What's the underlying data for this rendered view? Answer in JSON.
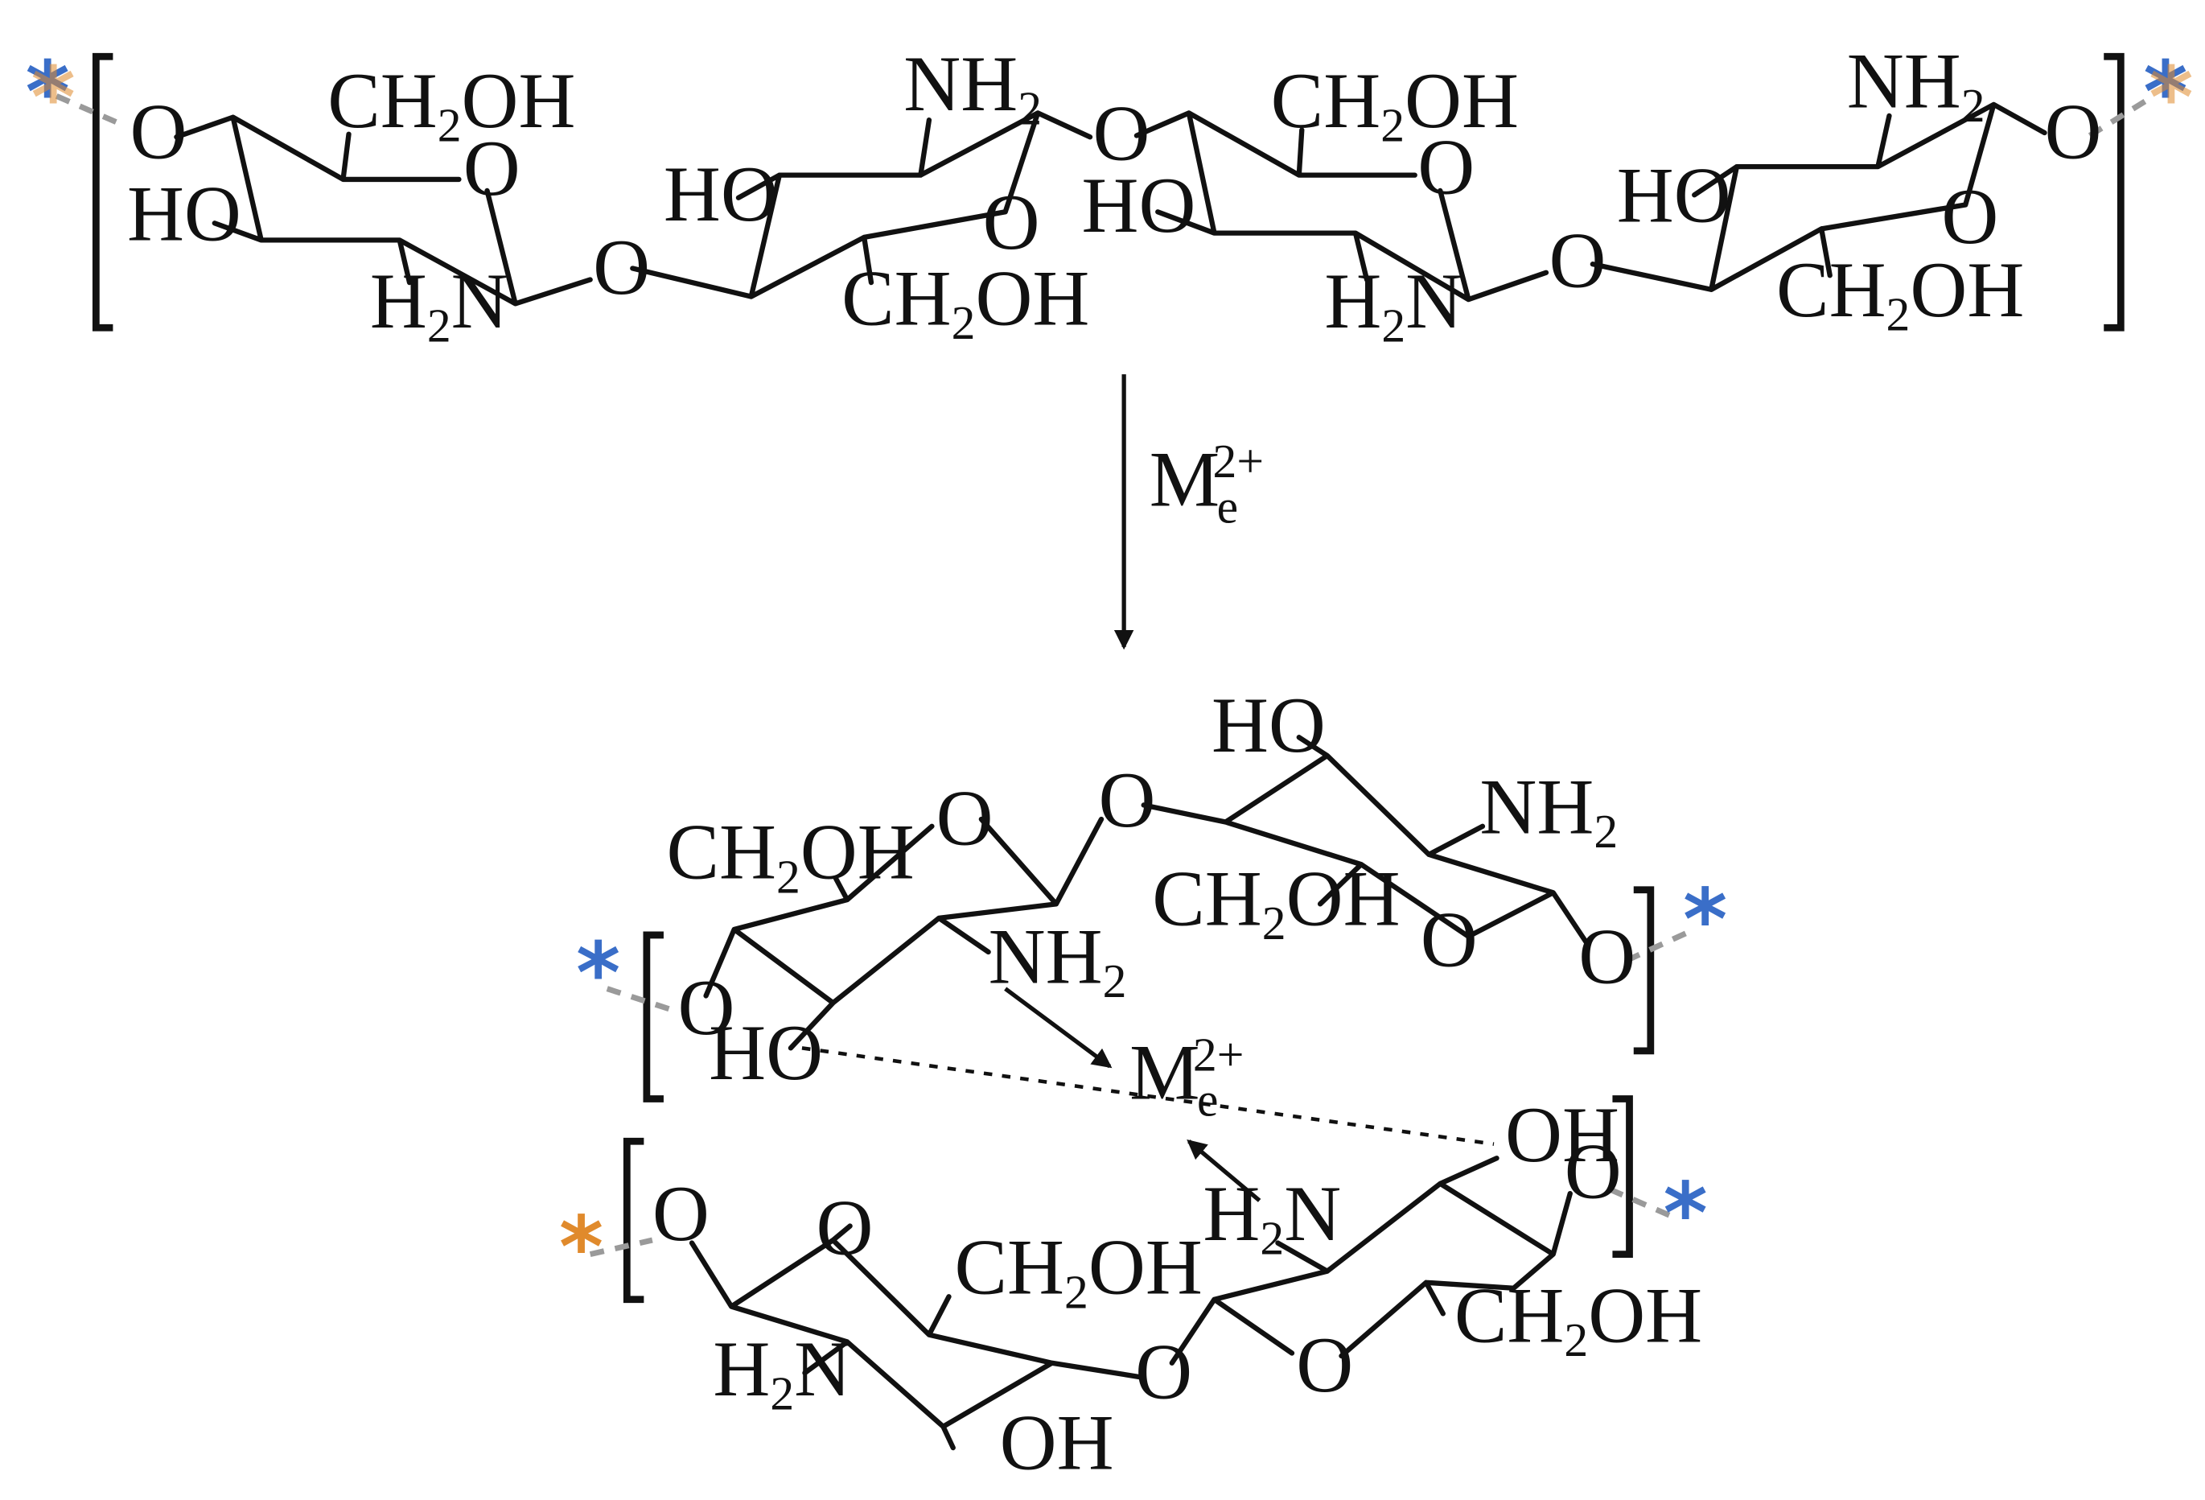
{
  "labels": {
    "o": "O",
    "oh": "OH",
    "ho": "HO",
    "h": "H",
    "n": "N",
    "nh": "NH",
    "ch": "CH",
    "two": "2",
    "m": "M",
    "e": "e",
    "charge": "2+",
    "star": "*"
  },
  "reagent": {
    "metal_symbol": "M",
    "metal_sub": "e",
    "metal_charge": "2+"
  },
  "colors": {
    "ink": "#111111",
    "connector": "#9a9a9a",
    "star_blue": "#3a6ec8",
    "star_orange": "#e08a2c"
  }
}
